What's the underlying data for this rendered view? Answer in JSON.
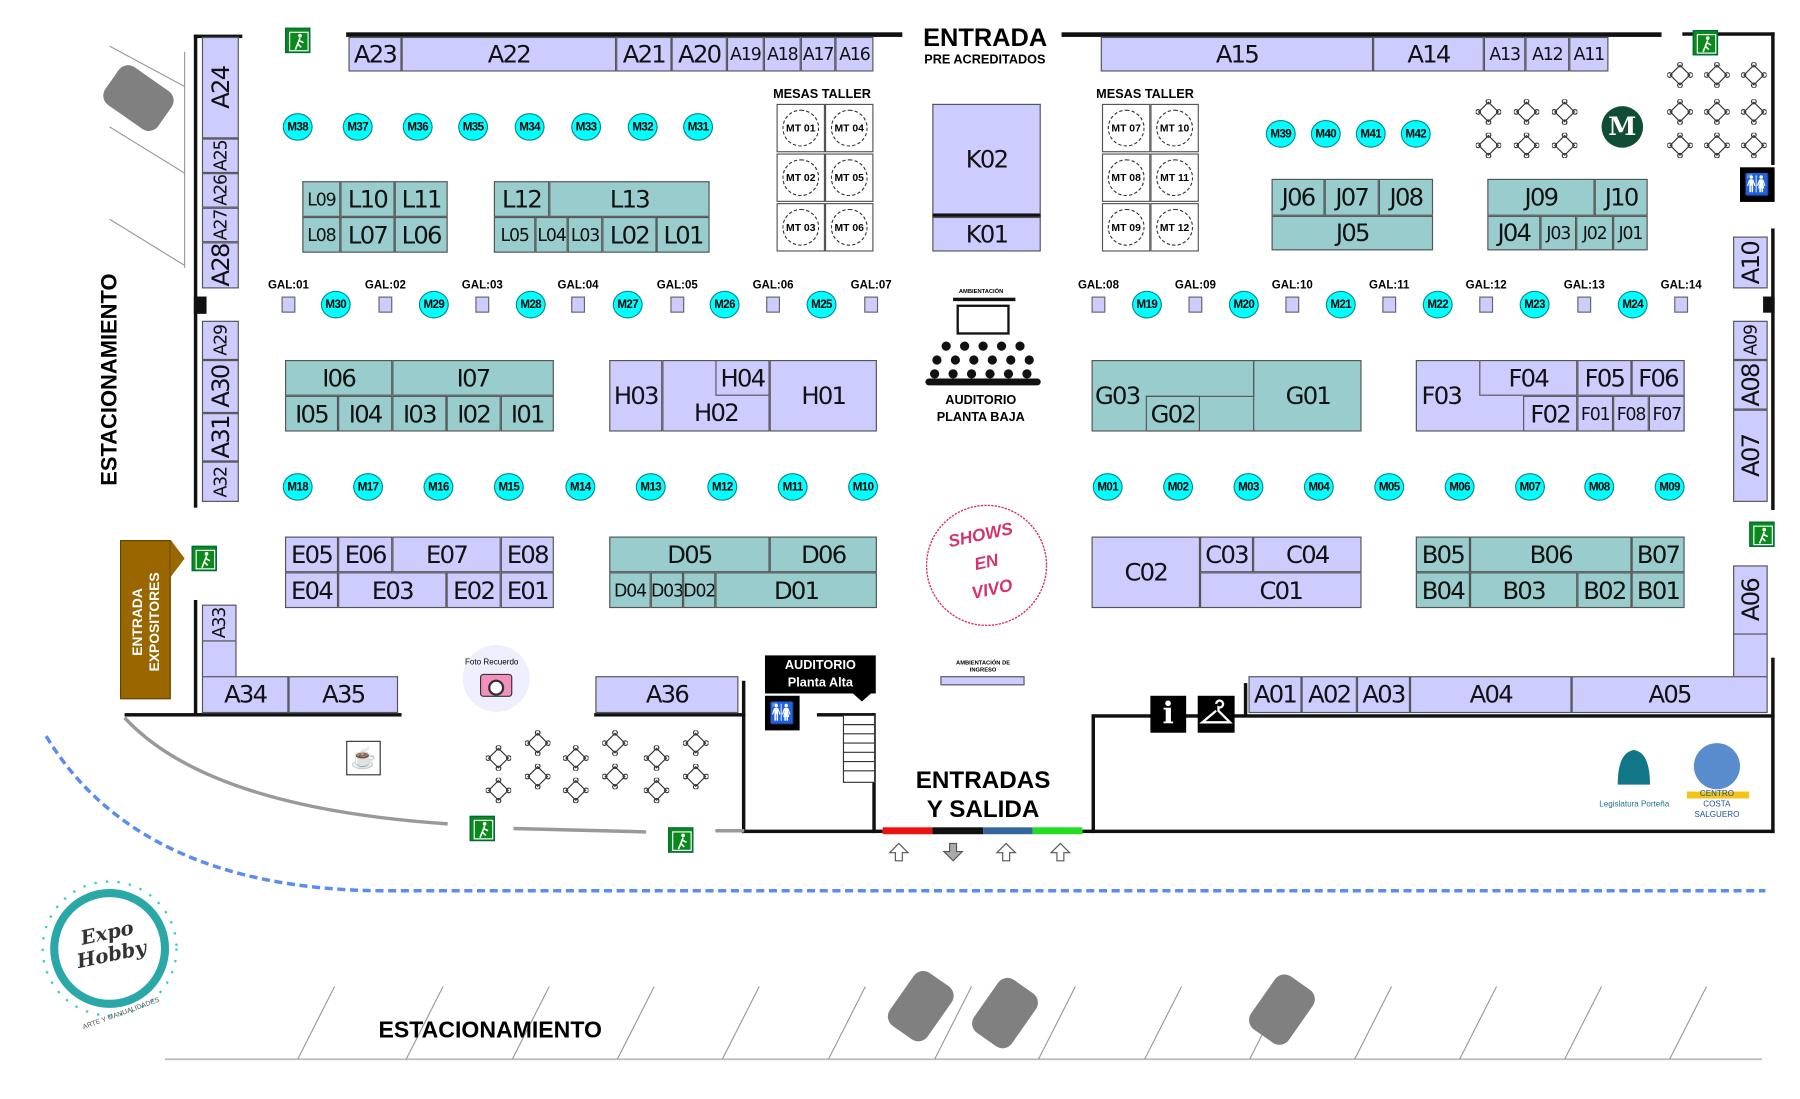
{
  "headings": {
    "entrada": "ENTRADA",
    "pre_acreditados": "PRE ACREDITADOS",
    "mesas_taller_left": "MESAS TALLER",
    "mesas_taller_right": "MESAS TALLER",
    "auditorio_pb_1": "AUDITORIO",
    "auditorio_pb_2": "PLANTA BAJA",
    "ambientacion_top": "AMBIENTACIÓN",
    "auditorio_pa_1": "AUDITORIO",
    "auditorio_pa_2": "Planta Alta",
    "ambientacion_ingreso": "AMBIENTACIÓN DE INGRESO",
    "entradas_1": "ENTRADAS",
    "entradas_2": "Y SALIDA",
    "entrada_expositores_1": "ENTRADA",
    "entrada_expositores_2": "EXPOSITORES",
    "estacionamiento_left": "ESTACIONAMIENTO",
    "estacionamiento_bottom": "ESTACIONAMIENTO",
    "foto_recuerdo": "Foto Recuerdo",
    "shows_1": "SHOWS",
    "shows_2": "EN",
    "shows_3": "VIVO",
    "logo_expo": "Expo Hobby",
    "logo_expo_sub": "ARTE Y MANUALIDADES",
    "logo_legislatura": "Legislatura Porteña",
    "logo_centro_1": "CENTRO",
    "logo_centro_2": "COSTA SALGUERO",
    "info": "i"
  },
  "booths": {
    "A01": "A01",
    "A02": "A02",
    "A03": "A03",
    "A04": "A04",
    "A05": "A05",
    "A06": "A06",
    "A07": "A07",
    "A08": "A08",
    "A09": "A09",
    "A10": "A10",
    "A11": "A11",
    "A12": "A12",
    "A13": "A13",
    "A14": "A14",
    "A15": "A15",
    "A16": "A16",
    "A17": "A17",
    "A18": "A18",
    "A19": "A19",
    "A20": "A20",
    "A21": "A21",
    "A22": "A22",
    "A23": "A23",
    "A24": "A24",
    "A25": "A25",
    "A26": "A26",
    "A27": "A27",
    "A28": "A28",
    "A29": "A29",
    "A30": "A30",
    "A31": "A31",
    "A32": "A32",
    "A33": "A33",
    "A34": "A34",
    "A35": "A35",
    "A36": "A36",
    "K01": "K01",
    "K02": "K02",
    "L01": "L01",
    "L02": "L02",
    "L03": "L03",
    "L04": "L04",
    "L05": "L05",
    "L06": "L06",
    "L07": "L07",
    "L08": "L08",
    "L09": "L09",
    "L10": "L10",
    "L11": "L11",
    "L12": "L12",
    "L13": "L13",
    "J01": "J01",
    "J02": "J02",
    "J03": "J03",
    "J04": "J04",
    "J05": "J05",
    "J06": "J06",
    "J07": "J07",
    "J08": "J08",
    "J09": "J09",
    "J10": "J10",
    "I01": "I01",
    "I02": "I02",
    "I03": "I03",
    "I04": "I04",
    "I05": "I05",
    "I06": "I06",
    "I07": "I07",
    "H01": "H01",
    "H02": "H02",
    "H03": "H03",
    "H04": "H04",
    "G01": "G01",
    "G02": "G02",
    "G03": "G03",
    "F01": "F01",
    "F02": "F02",
    "F03": "F03",
    "F04": "F04",
    "F05": "F05",
    "F06": "F06",
    "F07": "F07",
    "F08": "F08",
    "E01": "E01",
    "E02": "E02",
    "E03": "E03",
    "E04": "E04",
    "E05": "E05",
    "E06": "E06",
    "E07": "E07",
    "E08": "E08",
    "D01": "D01",
    "D02": "D02",
    "D03": "D03",
    "D04": "D04",
    "D05": "D05",
    "D06": "D06",
    "C01": "C01",
    "C02": "C02",
    "C03": "C03",
    "C04": "C04",
    "B01": "B01",
    "B02": "B02",
    "B03": "B03",
    "B04": "B04",
    "B05": "B05",
    "B06": "B06",
    "B07": "B07"
  },
  "mesas": {
    "M01": "M01",
    "M02": "M02",
    "M03": "M03",
    "M04": "M04",
    "M05": "M05",
    "M06": "M06",
    "M07": "M07",
    "M08": "M08",
    "M09": "M09",
    "M10": "M10",
    "M11": "M11",
    "M12": "M12",
    "M13": "M13",
    "M14": "M14",
    "M15": "M15",
    "M16": "M16",
    "M17": "M17",
    "M18": "M18",
    "M19": "M19",
    "M20": "M20",
    "M21": "M21",
    "M22": "M22",
    "M23": "M23",
    "M24": "M24",
    "M25": "M25",
    "M26": "M26",
    "M27": "M27",
    "M28": "M28",
    "M29": "M29",
    "M30": "M30",
    "M31": "M31",
    "M32": "M32",
    "M33": "M33",
    "M34": "M34",
    "M35": "M35",
    "M36": "M36",
    "M37": "M37",
    "M38": "M38",
    "M39": "M39",
    "M40": "M40",
    "M41": "M41",
    "M42": "M42"
  },
  "galerias": {
    "GAL01": "GAL:01",
    "GAL02": "GAL:02",
    "GAL03": "GAL:03",
    "GAL04": "GAL:04",
    "GAL05": "GAL:05",
    "GAL06": "GAL:06",
    "GAL07": "GAL:07",
    "GAL08": "GAL:08",
    "GAL09": "GAL:09",
    "GAL10": "GAL:10",
    "GAL11": "GAL:11",
    "GAL12": "GAL:12",
    "GAL13": "GAL:13",
    "GAL14": "GAL:14"
  },
  "mesas_taller": {
    "MT01": "MT 01",
    "MT02": "MT 02",
    "MT03": "MT 03",
    "MT04": "MT 04",
    "MT05": "MT 05",
    "MT06": "MT 06",
    "MT07": "MT 07",
    "MT08": "MT 08",
    "MT09": "MT 09",
    "MT10": "MT 10",
    "MT11": "MT 11",
    "MT12": "MT 12"
  },
  "colors": {
    "stand_lavender": "#ccccff",
    "stand_teal": "#99cccc",
    "mesa": "#00ffff",
    "exit": "#0a8a1a",
    "expositores": "#996600",
    "shows": "#d6336c",
    "path": "#5b8cf0"
  }
}
